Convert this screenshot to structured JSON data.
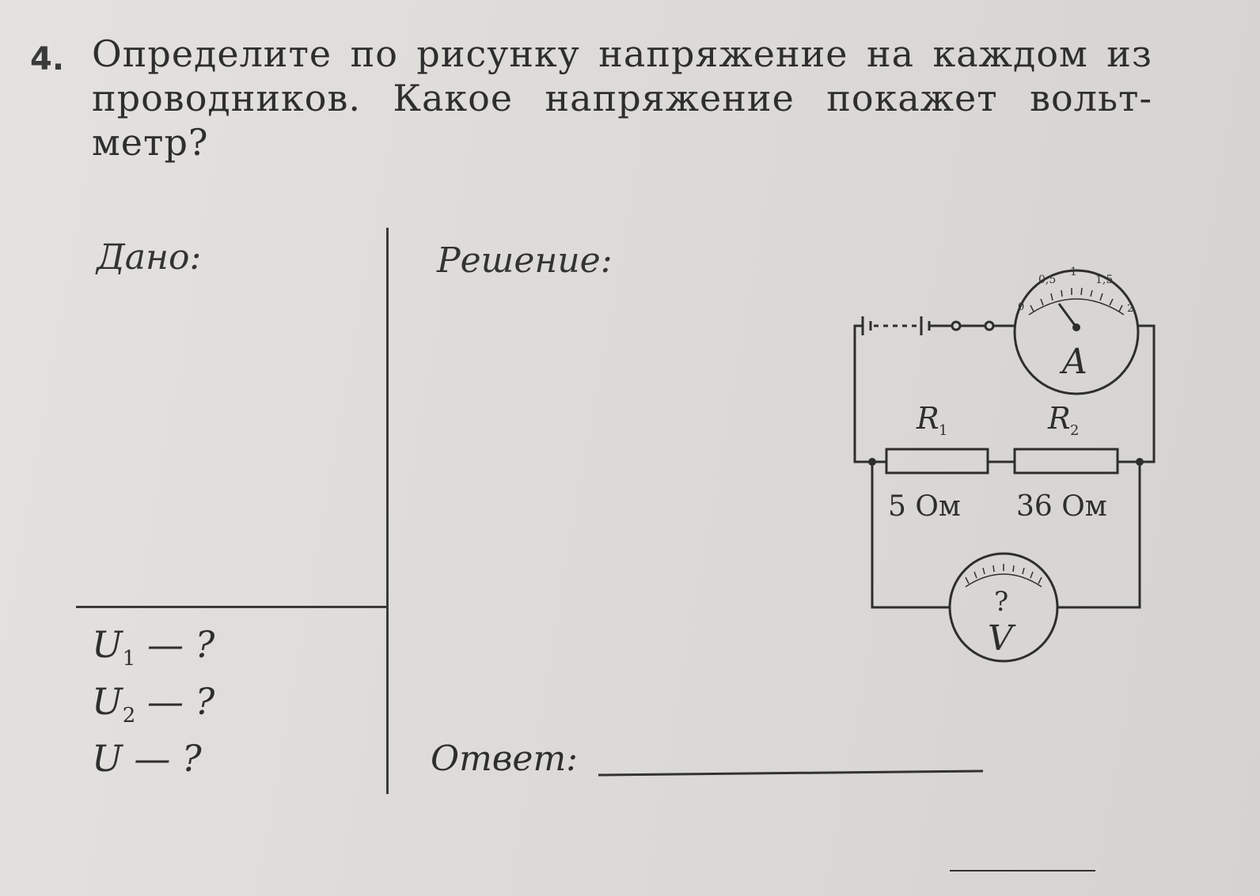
{
  "task": {
    "number": "4.",
    "text": "Определите по рисунку напряжение на каждом из проводников. Какое напряжение покажет вольт-метр?"
  },
  "given": {
    "title": "Дано:"
  },
  "find": [
    {
      "symbol": "U",
      "sub": "1",
      "rest": " — ?"
    },
    {
      "symbol": "U",
      "sub": "2",
      "rest": " — ?"
    },
    {
      "symbol": "U",
      "sub": "",
      "rest": " — ?"
    }
  ],
  "solution": {
    "title": "Решение:"
  },
  "answer": {
    "label": "Ответ:"
  },
  "circuit": {
    "ammeter": {
      "letter": "A",
      "scale": [
        "0",
        "0,5",
        "1",
        "1,5",
        "2"
      ]
    },
    "voltmeter": {
      "letter": "V",
      "reading": "?"
    },
    "r1": {
      "label": "R",
      "sub": "1",
      "value": "5 Ом"
    },
    "r2": {
      "label": "R",
      "sub": "2",
      "value": "36 Ом"
    }
  }
}
